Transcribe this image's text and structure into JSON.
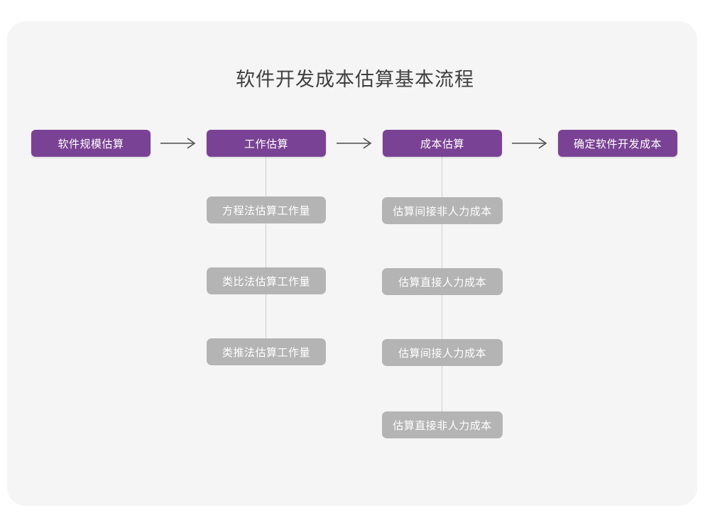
{
  "page": {
    "title": "软件开发成本估算基本流程",
    "background_color": "#ffffff",
    "card_color": "#f5f5f6",
    "primary_color": "#7a4294",
    "secondary_color": "#b4b4b5",
    "title_color": "#3f3f3f"
  },
  "flow": {
    "main_steps": [
      {
        "label": "软件规模估算"
      },
      {
        "label": "工作估算"
      },
      {
        "label": "成本估算"
      },
      {
        "label": "确定软件开发成本"
      }
    ],
    "arrows": [
      {
        "name": "arrow-1"
      },
      {
        "name": "arrow-2"
      },
      {
        "name": "arrow-3"
      }
    ],
    "branch_work_estimation": [
      {
        "label": "方程法估算工作量"
      },
      {
        "label": "类比法估算工作量"
      },
      {
        "label": "类推法估算工作量"
      }
    ],
    "branch_cost_estimation": [
      {
        "label": "估算间接非人力成本"
      },
      {
        "label": "估算直接人力成本"
      },
      {
        "label": "估算间接人力成本"
      },
      {
        "label": "估算直接非人力成本"
      }
    ]
  }
}
